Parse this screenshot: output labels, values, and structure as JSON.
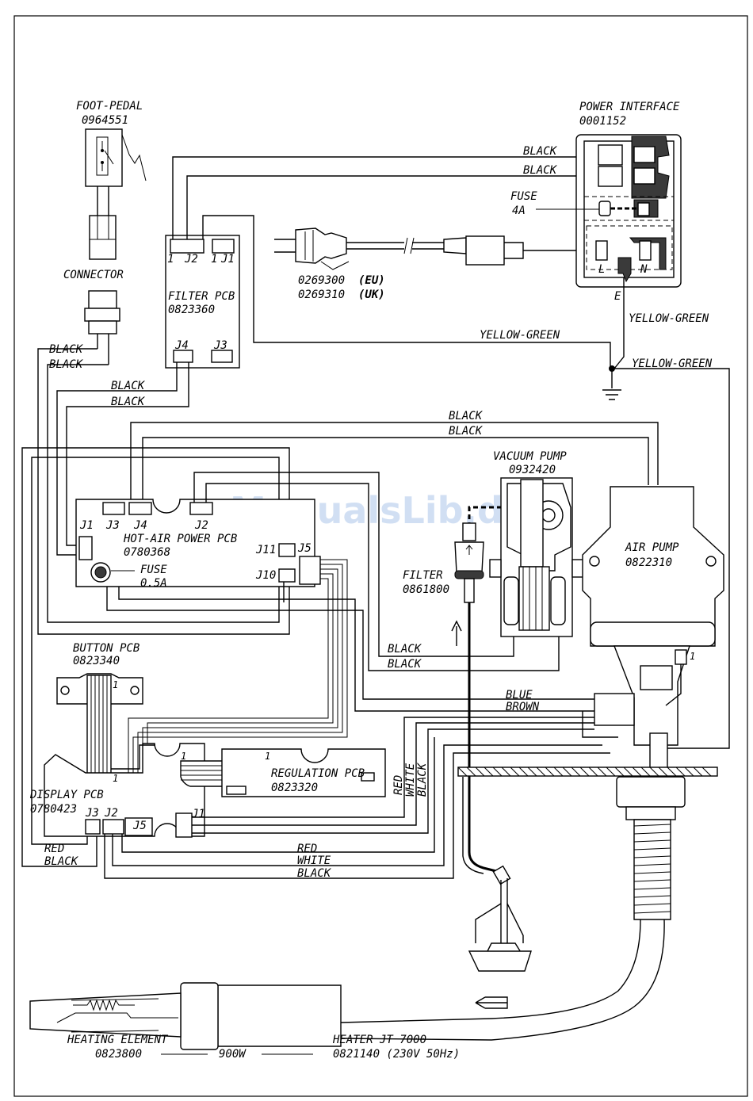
{
  "components": {
    "foot_pedal": {
      "name": "FOOT-PEDAL",
      "code": "0964551"
    },
    "connector": {
      "name": "CONNECTOR"
    },
    "power_interface": {
      "name": "POWER INTERFACE",
      "code": "0001152"
    },
    "fuse_main": {
      "name": "FUSE",
      "value": "4A"
    },
    "power_cord": {
      "code_eu": "0269300",
      "eu": "(EU)",
      "code_uk": "0269310",
      "uk": "(UK)"
    },
    "filter_pcb": {
      "name": "FILTER PCB",
      "code": "0823360"
    },
    "vacuum_pump": {
      "name": "VACUUM PUMP",
      "code": "0932420"
    },
    "air_pump": {
      "name": "AIR PUMP",
      "code": "0822310"
    },
    "filter": {
      "name": "FILTER",
      "code": "0861800"
    },
    "hot_air_pcb": {
      "name": "HOT-AIR POWER PCB",
      "code": "0780368"
    },
    "fuse_small": {
      "name": "FUSE",
      "value": "0.5A"
    },
    "button_pcb": {
      "name": "BUTTON PCB",
      "code": "0823340"
    },
    "display_pcb": {
      "name": "DISPLAY PCB",
      "code": "0780423"
    },
    "regulation_pcb": {
      "name": "REGULATION PCB",
      "code": "0823320"
    },
    "heating_element": {
      "name": "HEATING ELEMENT",
      "code": "0823800"
    },
    "heater": {
      "name": "HEATER JT 7000",
      "code": "0821140 (230V 50Hz)"
    },
    "power_rating": "900W"
  },
  "connectors": {
    "j1": "J1",
    "j2": "J2",
    "j3": "J3",
    "j4": "J4",
    "j5": "J5",
    "j10": "J10",
    "j11": "J11",
    "pin1": "1",
    "l": "L",
    "n": "N",
    "e": "E"
  },
  "wires": {
    "black": "BLACK",
    "yellow_green": "YELLOW-GREEN",
    "blue": "BLUE",
    "brown": "BROWN",
    "red": "RED",
    "white": "WHITE"
  },
  "watermark": "ManualsLib.de"
}
